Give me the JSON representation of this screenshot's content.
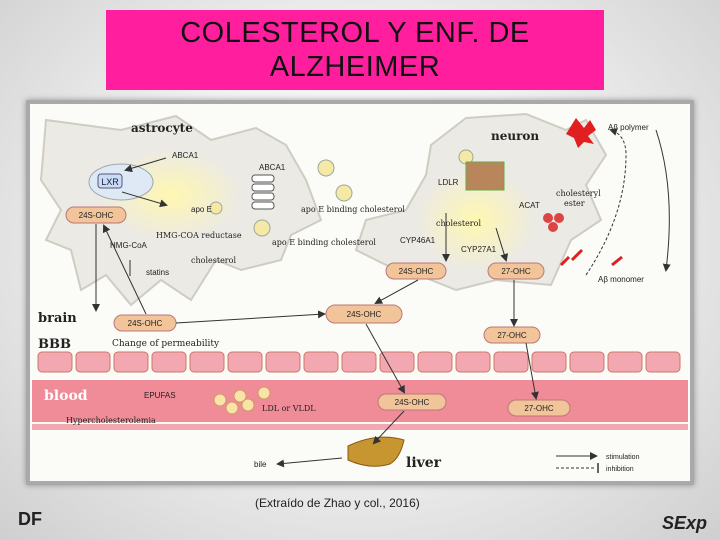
{
  "title": {
    "line1": "COLESTEROL Y ENF. DE",
    "line2": "ALZHEIMER"
  },
  "caption": "(Extraído  de Zhao y col., 2016)",
  "footer": {
    "left": "DF",
    "right": "SExp"
  },
  "colors": {
    "title_bg": "#ff1f9e",
    "cell_bg": "#eeece6",
    "vessel": "#f08c98",
    "highlight": "#fff3a0",
    "box": "#f2c49a"
  },
  "diagram": {
    "astrocyte": "astrocyte",
    "neuron": "neuron",
    "brain": "brain",
    "bbb": "BBB",
    "blood": "blood",
    "liver": "liver",
    "bile": "bile",
    "lxr": "LXR",
    "abca1_a": "ABCA1",
    "abca1_b": "ABCA1",
    "apoe": "apo E",
    "apoe_binding_1": "apo E binding cholesterol",
    "apoe_binding_2": "apo E binding cholesterol",
    "hmg_coa_reductase": "HMG-COA reductase",
    "hmg_coa": "HMG-CoA",
    "cholesterol_astro": "cholesterol",
    "statins": "statins",
    "ldlr": "LDLR",
    "acat": "ACAT",
    "cholesteryl_ester": "cholesteryl\nester",
    "cholesterol_neuron": "cholesterol",
    "cyp46a1": "CYP46A1",
    "cyp27a1": "CYP27A1",
    "ab_polymer": "Aβ polymer",
    "ab_monomer": "Aβ monomer",
    "box_24s_astro": "24S-OHC",
    "box_24s_neuron": "24S-OHC",
    "box_27_neuron": "27-OHC",
    "box_24s_center": "24S-OHC",
    "box_24s_brain": "24S-OHC",
    "box_27_bbb": "27-OHC",
    "box_24s_blood": "24S-OHC",
    "box_27_blood": "27-OHC",
    "change_perm": "Change of permeability",
    "epufas": "EPUFAS",
    "ldl_vldl": "LDL or VLDL",
    "hyperchol": "Hypercholesterolemia",
    "legend_stim": "stimulation",
    "legend_inhib": "inhibition"
  }
}
